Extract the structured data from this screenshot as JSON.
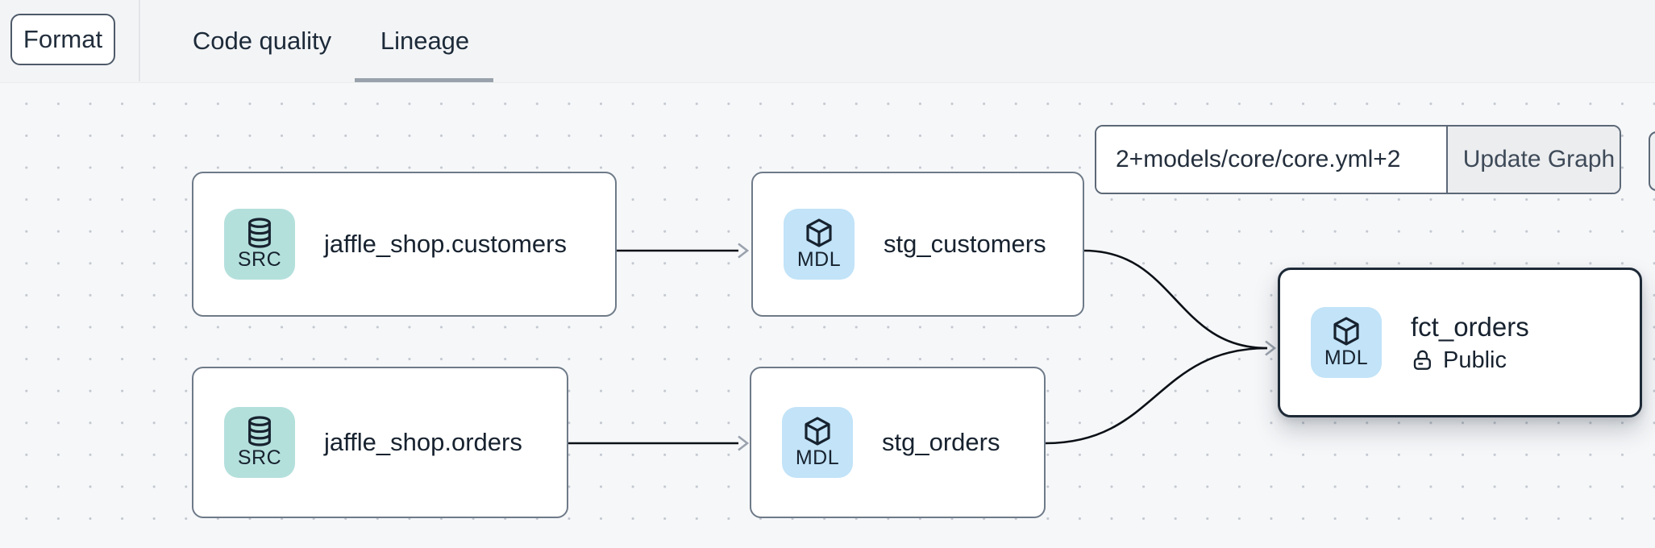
{
  "header": {
    "format_button_label": "Format",
    "tabs": [
      {
        "label": "Code quality",
        "active": false
      },
      {
        "label": "Lineage",
        "active": true
      }
    ]
  },
  "toolbar": {
    "selector_value": "2+models/core/core.yml+2",
    "update_button_label": "Update Graph"
  },
  "graph": {
    "nodes": [
      {
        "label": "jaffle_shop.customers",
        "type": "SRC",
        "kind": "source",
        "selected": false
      },
      {
        "label": "stg_customers",
        "type": "MDL",
        "kind": "model",
        "selected": false
      },
      {
        "label": "jaffle_shop.orders",
        "type": "SRC",
        "kind": "source",
        "selected": false
      },
      {
        "label": "stg_orders",
        "type": "MDL",
        "kind": "model",
        "selected": false
      },
      {
        "label": "fct_orders",
        "type": "MDL",
        "kind": "model",
        "selected": true,
        "access": "Public"
      }
    ],
    "edges": [
      {
        "from": "jaffle_shop.customers",
        "to": "stg_customers"
      },
      {
        "from": "jaffle_shop.orders",
        "to": "stg_orders"
      },
      {
        "from": "stg_customers",
        "to": "fct_orders"
      },
      {
        "from": "stg_orders",
        "to": "fct_orders"
      }
    ]
  },
  "colors": {
    "source_badge_bg": "#b4e0dc",
    "model_badge_bg": "#c2e3f8",
    "node_border": "#6e7a88",
    "selected_node_border": "#1d2936",
    "edge_line": "#0c1117",
    "arrowhead": "#9aa2ad",
    "tab_underline": "#99a2ac",
    "text": "#17222f",
    "header_bg": "#f3f4f6",
    "canvas_bg": "#f6f7f9",
    "update_button_bg": "#ecedef"
  }
}
